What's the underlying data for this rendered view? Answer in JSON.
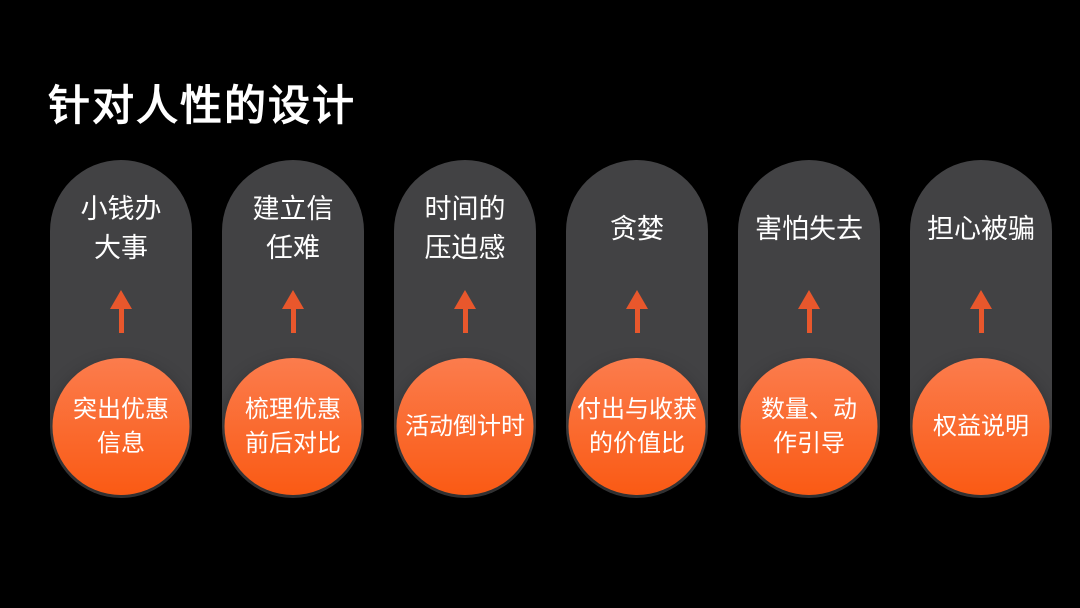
{
  "title": "针对人性的设计",
  "colors": {
    "background": "#000000",
    "capsule": "#424244",
    "circle_gradient_top": "#FB7C4D",
    "circle_gradient_bottom": "#FA5A14",
    "arrow": "#E8572C",
    "text": "#FFFFFF"
  },
  "columns": [
    {
      "pain": "小钱办\n大事",
      "solution": "突出优惠\n信息"
    },
    {
      "pain": "建立信\n任难",
      "solution": "梳理优惠\n前后对比"
    },
    {
      "pain": "时间的\n压迫感",
      "solution": "活动倒计时"
    },
    {
      "pain": "贪婪",
      "solution": "付出与收获\n的价值比"
    },
    {
      "pain": "害怕失去",
      "solution": "数量、动\n作引导"
    },
    {
      "pain": "担心被骗",
      "solution": "权益说明"
    }
  ]
}
